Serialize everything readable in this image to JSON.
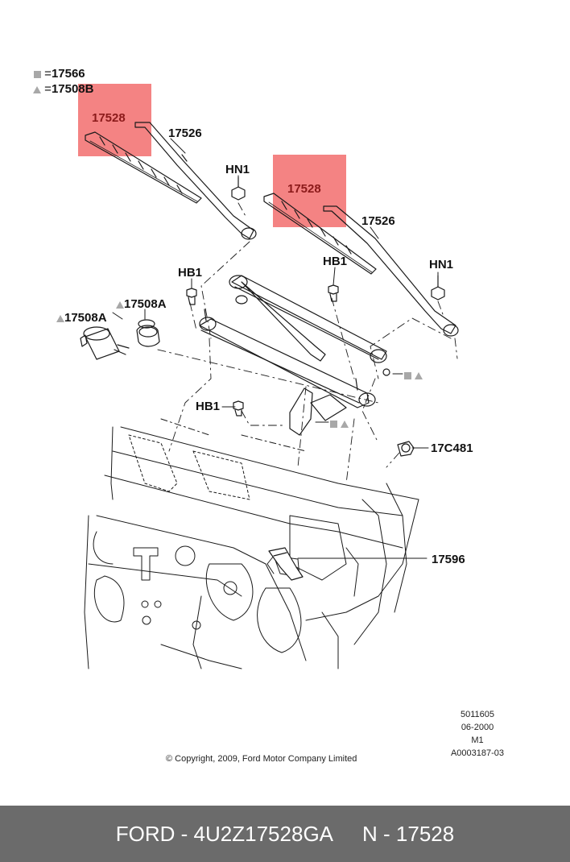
{
  "legend": {
    "square_value": "17566",
    "triangle_value": "17508B",
    "equals": "="
  },
  "parts": {
    "blade_left": "17528",
    "blade_right": "17528",
    "arm_left": "17526",
    "arm_right": "17526",
    "nut_left": "HN1",
    "nut_right": "HN1",
    "bolt_upper_left": "HB1",
    "bolt_upper_right": "HB1",
    "bolt_lower": "HB1",
    "motor": "17508A",
    "grommet": "17508A",
    "pushpin": "17C481",
    "bracket": "17596"
  },
  "info": {
    "line1": "5011605",
    "line2": "06-2000",
    "line3": "M1",
    "line4": "A0003187-03"
  },
  "copyright": "© Copyright, 2009, Ford Motor Company Limited",
  "footer": {
    "brand_part": "FORD - 4U2Z17528GA",
    "ref": "N - 17528"
  },
  "colors": {
    "highlight": "#f26d6d",
    "symbol_gray": "#a8a8a8",
    "footer_bg": "#6b6b6b"
  }
}
